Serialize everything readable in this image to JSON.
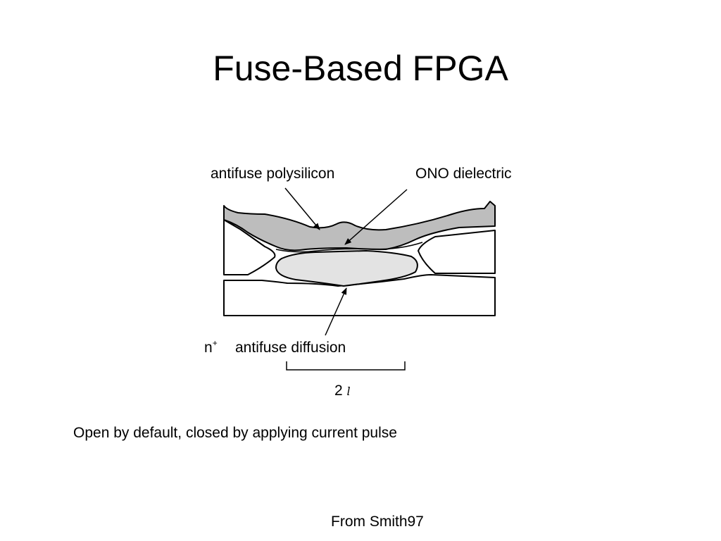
{
  "slide": {
    "title": "Fuse-Based FPGA",
    "caption": "Open by default, closed by applying current pulse",
    "source": "From Smith97"
  },
  "diagram": {
    "labels": {
      "polysilicon": "antifuse polysilicon",
      "dielectric": "ONO dielectric",
      "n_base": "n",
      "n_superscript": "+",
      "diffusion": "antifuse diffusion",
      "scale_value": "2",
      "scale_unit": "l"
    },
    "colors": {
      "polysilicon_fill": "#bdbdbd",
      "diffusion_fill": "#e3e3e3",
      "outline": "#000000",
      "background": "#ffffff"
    }
  }
}
